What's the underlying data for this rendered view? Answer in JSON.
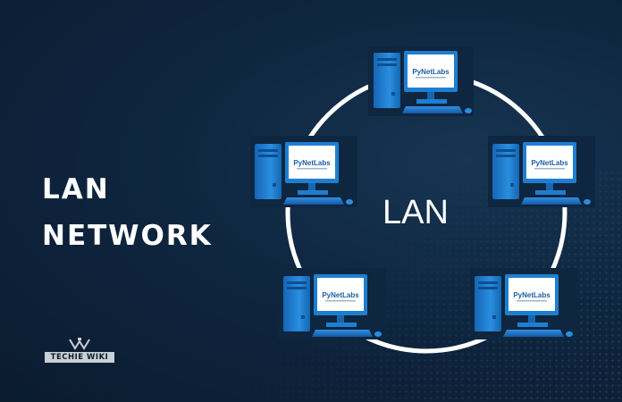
{
  "title": {
    "line1": "LAN",
    "line2": "NETWORK"
  },
  "center_label": "LAN",
  "watermark": "TECHIE WIKI",
  "node_screen_label": "PyNetLabs",
  "node_count": 5,
  "colors": {
    "background": "#0f2640",
    "ring": "#ffffff",
    "computer_blue": "#1e7fd0",
    "screen": "#ffffff"
  },
  "icons": [
    "desktop-computer-icon",
    "techie-wiki-logo"
  ]
}
